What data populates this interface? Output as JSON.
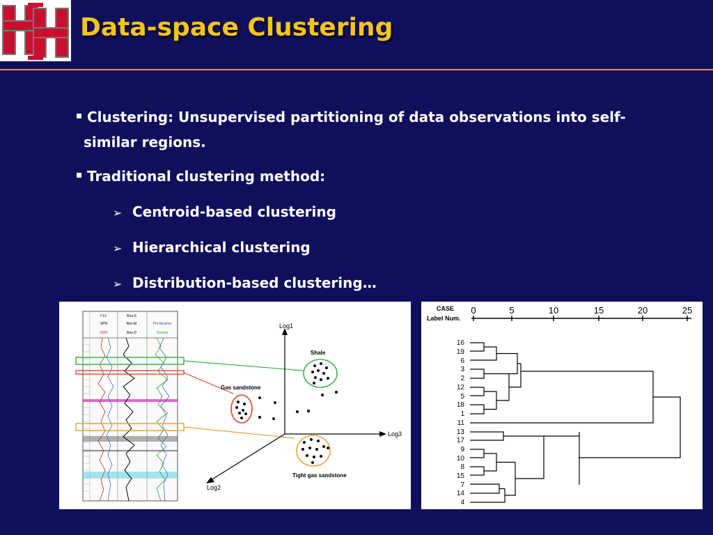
{
  "title": "Data-space Clustering",
  "bullets": [
    {
      "text_line1": "Clustering: Unsupervised partitioning of data observations into self-",
      "text_line2": "similar regions."
    },
    {
      "text": "Traditional clustering method:"
    }
  ],
  "sub_bullets": [
    "Centroid-based clustering",
    "Hierarchical clustering",
    "Distribution-based clustering…"
  ],
  "figure_left": {
    "log_headers": [
      "PEF",
      "Res-S",
      "SPN",
      "Res-M",
      "Phi-Neutron",
      "GRN",
      "Res-D",
      "Density"
    ],
    "axes": {
      "y": "Log1",
      "x": "Log3",
      "z": "Log2"
    },
    "cluster_labels": {
      "shale": "Shale",
      "gas_sandstone": "Gas sandstone",
      "tight": "Tight gas sandstone"
    },
    "colors": {
      "shale": "#3cb44b",
      "gas_sandstone": "#d9442b",
      "tight": "#e8a33a",
      "magenta": "#e040c0",
      "cyan": "#5fd0e0"
    }
  },
  "dendrogram": {
    "header_line1": "CASE",
    "header_line2": "Label Num.",
    "ticks": [
      "0",
      "5",
      "10",
      "15",
      "20",
      "25"
    ],
    "leaf_labels": [
      "16",
      "19",
      "6",
      "3",
      "2",
      "12",
      "5",
      "18",
      "1",
      "11",
      "13",
      "17",
      "9",
      "10",
      "8",
      "15",
      "7",
      "14",
      "4"
    ]
  }
}
